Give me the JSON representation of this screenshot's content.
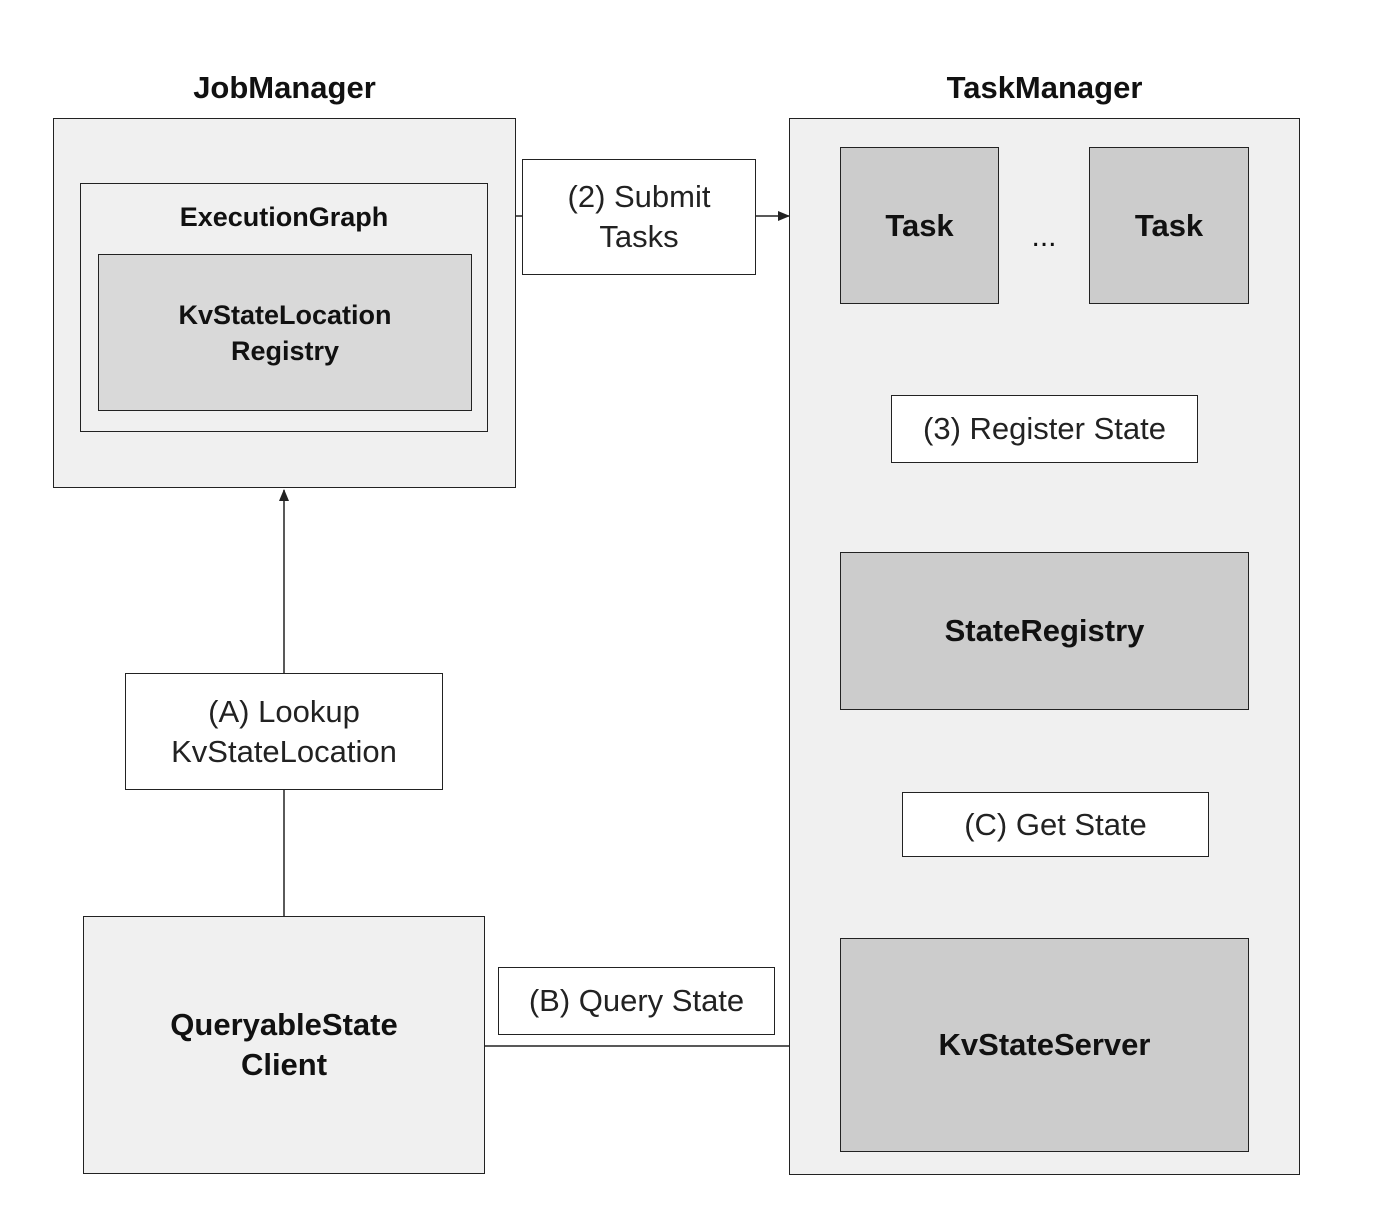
{
  "job_manager": {
    "title": "JobManager",
    "execution_graph": {
      "title": "ExecutionGraph",
      "registry_label": "KvStateLocation\nRegistry"
    }
  },
  "task_manager": {
    "title": "TaskManager",
    "tasks": [
      "Task",
      "Task"
    ],
    "ellipsis": "...",
    "state_registry_label": "StateRegistry",
    "kv_state_server_label": "KvStateServer"
  },
  "client": {
    "label": "QueryableState\nClient"
  },
  "edges": {
    "submit_tasks": "(2) Submit\nTasks",
    "register_state": "(3) Register State",
    "lookup": "(A) Lookup\nKvStateLocation",
    "query_state": "(B) Query State",
    "get_state": "(C) Get State"
  },
  "colors": {
    "container_fill": "#f0f0f0",
    "component_fill": "#cccccc",
    "registry_fill": "#d9d9d9",
    "label_fill": "#ffffff",
    "stroke": "#222222"
  }
}
